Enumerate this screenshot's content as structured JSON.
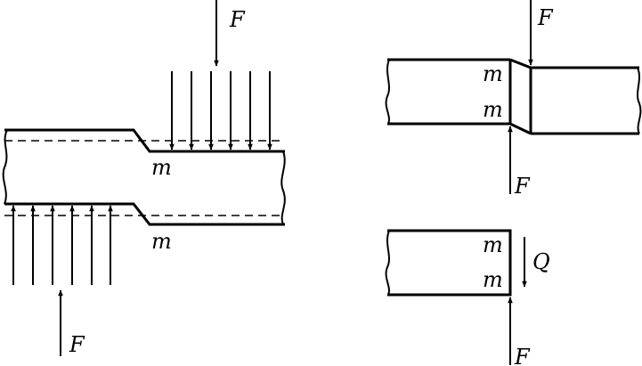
{
  "figure": {
    "main_member": {
      "force_top": "F",
      "force_bottom": "F",
      "section_top": "m",
      "section_bottom": "m"
    },
    "sheared_member": {
      "force_top": "F",
      "force_bottom": "F",
      "section_top": "m",
      "section_bottom": "m"
    },
    "free_body": {
      "shear_force": "Q",
      "force_bottom": "F",
      "section_top": "m",
      "section_bottom": "m"
    },
    "colors": {
      "line": "#000000",
      "background": "#ffffff"
    }
  }
}
